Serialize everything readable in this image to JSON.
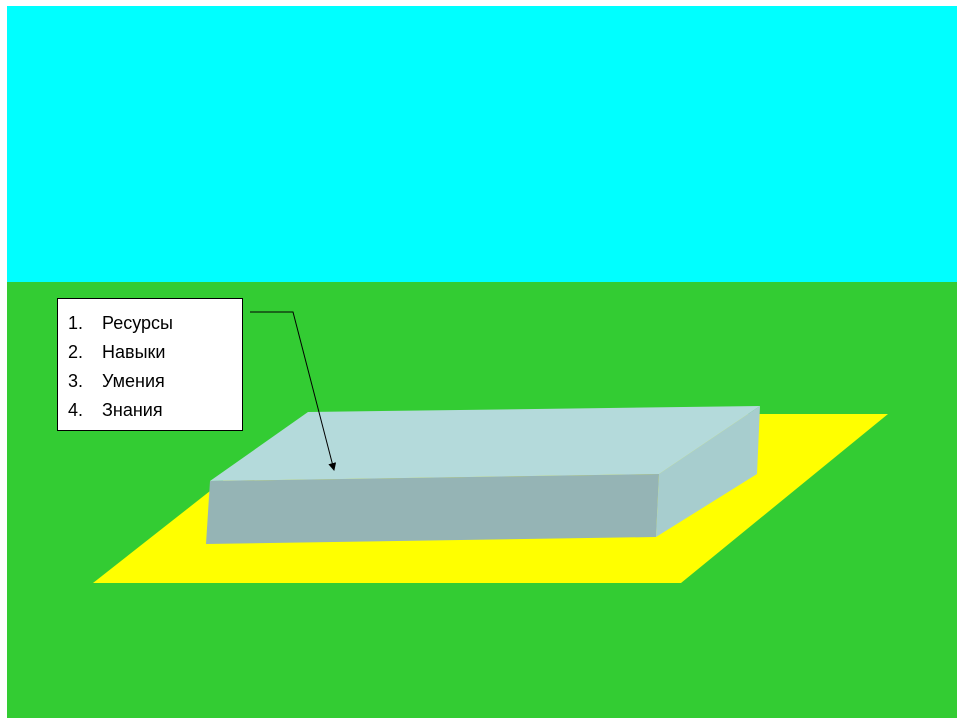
{
  "colors": {
    "sky": "#00FFFF",
    "ground": "#33CC33",
    "base": "#FFFF00",
    "box_top": "#B4DADB",
    "box_front": "#95B4B5",
    "box_side": "#A7CDCE",
    "line": "#000000"
  },
  "callout": {
    "items": [
      {
        "num": "1.",
        "label": "Ресурсы"
      },
      {
        "num": "2.",
        "label": "Навыки"
      },
      {
        "num": "3.",
        "label": "Умения"
      },
      {
        "num": "4.",
        "label": "Знания"
      }
    ]
  }
}
